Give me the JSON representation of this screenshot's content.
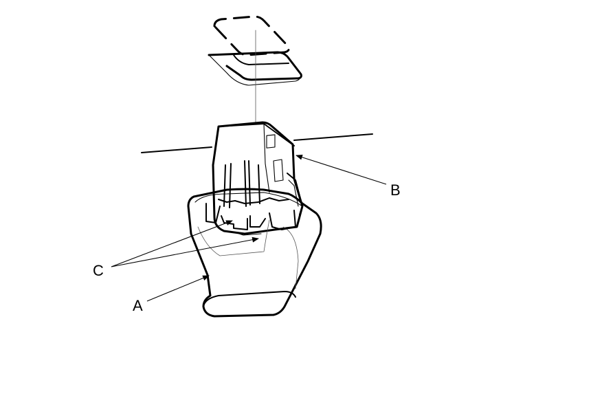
{
  "diagram": {
    "callouts": {
      "a": "A",
      "b": "B",
      "c": "C"
    },
    "colors": {
      "stroke": "#000000",
      "background": "#ffffff"
    }
  }
}
